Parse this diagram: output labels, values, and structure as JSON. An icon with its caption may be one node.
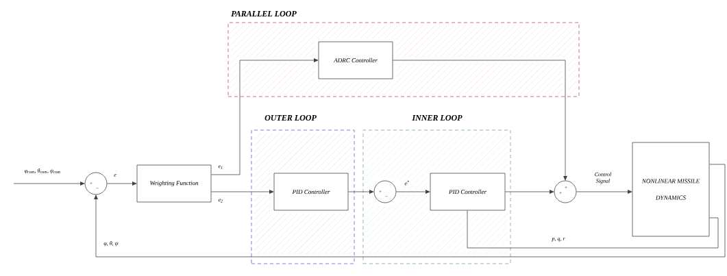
{
  "diagram": {
    "nodes": [
      {
        "text": [
          "+",
          "−"
        ]
      },
      {
        "text": [
          "Weighting Function"
        ]
      },
      {
        "text": [
          "PARALLEL LOOP"
        ]
      },
      {
        "text": [
          "ADRC Controller"
        ],
        "in": 2
      },
      {
        "text": [
          "OUTER LOOP"
        ]
      },
      {
        "text": [
          "PID Controller"
        ],
        "in": 4
      },
      {
        "text": [
          "INNER LOOP"
        ]
      },
      {
        "text": [
          "+",
          "−"
        ],
        "in": 6
      },
      {
        "text": [
          "PID Controller"
        ],
        "in": 6
      },
      {
        "text": [
          "+",
          "+"
        ]
      },
      {
        "text": [
          "NONLINEAR MISSILE DYNAMICS"
        ]
      }
    ],
    "edges": [
      {
        "from": null,
        "to": 0,
        "arrow": "to",
        "label": "φ$_{com}$, θ$_{com}$, ψ$_{com}$"
      },
      {
        "from": 0,
        "to": 1,
        "arrow": "to",
        "label": "e"
      },
      {
        "from": 1,
        "to": 3,
        "arrow": "to",
        "label": "e$_{1}$"
      },
      {
        "from": 1,
        "to": 5,
        "arrow": "to",
        "label": "e$_{2}$"
      },
      {
        "from": 5,
        "to": 7,
        "arrow": "to"
      },
      {
        "from": 7,
        "to": 8,
        "arrow": "to",
        "label": "e$^{*}$"
      },
      {
        "from": 8,
        "to": 9,
        "arrow": "to"
      },
      {
        "from": 3,
        "to": 9,
        "arrow": "to"
      },
      {
        "from": 9,
        "to": 10,
        "arrow": "to",
        "label": "Control Signal"
      },
      {
        "from": 10,
        "to": 8,
        "arrow": "none",
        "label": "p, q, r"
      },
      {
        "from": 10,
        "to": 0,
        "arrow": "to",
        "label": "φ, θ, ψ"
      }
    ]
  }
}
